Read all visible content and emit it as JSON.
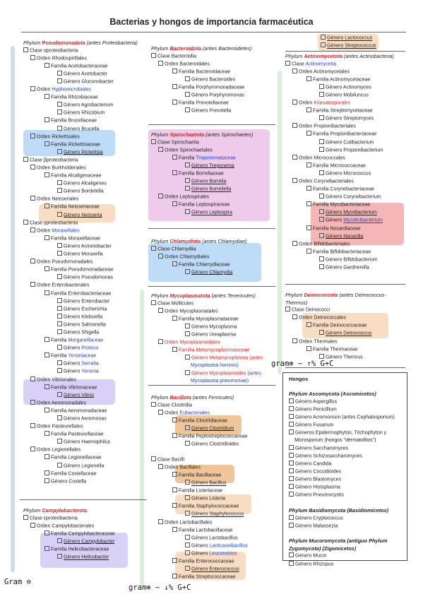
{
  "title": "Bacterias y hongos de importancia farmacéutica",
  "notes": {
    "gram_neg": "Gram ⊖",
    "gram_pos_1": "gram⊕ ~ ↑% G+C",
    "gram_pos_2": "gram⊕ ~ ↓% G+C"
  },
  "col1": [
    {
      "t": "ph",
      "a": "Phylum ",
      "b": "Pseudomonadota",
      "c": " (antes Proteobacteria)"
    },
    {
      "i": 0,
      "t": "Clase ",
      "n": "α",
      "e": "proteobacteria"
    },
    {
      "i": 1,
      "t": "Orden Rhodospirillales"
    },
    {
      "i": 2,
      "t": "Familia Acetobacteraceae"
    },
    {
      "i": 3,
      "t": "Género Acetobacter"
    },
    {
      "i": 3,
      "t": "Género Gluconobacter"
    },
    {
      "i": 1,
      "t": "Orden ",
      "x": "Hyphomicrobiales",
      "k": "blue"
    },
    {
      "i": 2,
      "t": "Familia Rhizobiaceae"
    },
    {
      "i": 3,
      "t": "Género Agrobacterium"
    },
    {
      "i": 3,
      "t": "Género Rhizobium"
    },
    {
      "i": 2,
      "t": "Familia Brucellaceae"
    },
    {
      "i": 3,
      "t": "Género Brucella"
    },
    {
      "i": 1,
      "t": "Orden Rickettsiales"
    },
    {
      "i": 2,
      "t": "Familia Rickettsiaceae"
    },
    {
      "i": 3,
      "t": "Género Rickettsia",
      "u": true
    },
    {
      "i": 0,
      "t": "Clase ",
      "n": "β",
      "e": "proteobacteria"
    },
    {
      "i": 1,
      "t": "Orden Burkholderiales"
    },
    {
      "i": 2,
      "t": "Familia Alcaligenaceae"
    },
    {
      "i": 3,
      "t": "Género Alcaligenes"
    },
    {
      "i": 3,
      "t": "Género Bordetella"
    },
    {
      "i": 1,
      "t": "Orden Neisseriales"
    },
    {
      "i": 2,
      "t": "Familia Neisseriaceae"
    },
    {
      "i": 3,
      "t": "Género Neisseria",
      "u": true
    },
    {
      "i": 0,
      "t": "Clase ",
      "n": "γ",
      "e": "proteobacteria"
    },
    {
      "i": 1,
      "t": "Orden ",
      "x": "Moraxellales",
      "k": "blue"
    },
    {
      "i": 2,
      "t": "Familia Moraxellaceae"
    },
    {
      "i": 3,
      "t": "Género Acinetobacter"
    },
    {
      "i": 3,
      "t": "Género Moraxella"
    },
    {
      "i": 1,
      "t": "Orden Pseudomonadales"
    },
    {
      "i": 2,
      "t": "Familia Pseudomonadaceae"
    },
    {
      "i": 3,
      "t": "Género Pseudomonas"
    },
    {
      "i": 1,
      "t": "Orden Enterobacterales"
    },
    {
      "i": 2,
      "t": "Familia Enterobacteriaceae"
    },
    {
      "i": 3,
      "t": "Género Enterobacter"
    },
    {
      "i": 3,
      "t": "Género Escherichia"
    },
    {
      "i": 3,
      "t": "Género Klebsiella"
    },
    {
      "i": 3,
      "t": "Género Salmonella"
    },
    {
      "i": 3,
      "t": "Género Shigella"
    },
    {
      "i": 2,
      "t": "Familia ",
      "x": "Morganellaceae",
      "k": "blue"
    },
    {
      "i": 3,
      "t": "Género ",
      "x": "Proteus",
      "k": "blue"
    },
    {
      "i": 2,
      "t": "Familia ",
      "x": "Yersiniaceae",
      "k": "blue"
    },
    {
      "i": 3,
      "t": "Género ",
      "x": "Serratia",
      "k": "blue"
    },
    {
      "i": 3,
      "t": "Género ",
      "x": "Yersinia",
      "k": "blue"
    },
    {
      "i": 1,
      "t": "Orden Vibrionales"
    },
    {
      "i": 2,
      "t": "Familia Vibrionaceae"
    },
    {
      "i": 3,
      "t": "Género Vibrio",
      "u": true
    },
    {
      "i": 1,
      "t": "Orden Aeromonadales"
    },
    {
      "i": 2,
      "t": "Familia Aeromonadaceae"
    },
    {
      "i": 3,
      "t": "Género Aeromonas"
    },
    {
      "i": 1,
      "t": "Orden Pasteurellales"
    },
    {
      "i": 2,
      "t": "Familia Pasteurellaceae"
    },
    {
      "i": 3,
      "t": "Género Haemophilus"
    },
    {
      "i": 1,
      "t": "Orden Legionellales"
    },
    {
      "i": 2,
      "t": "Familia Legionellaceae"
    },
    {
      "i": 3,
      "t": "Género Legionella"
    },
    {
      "i": 2,
      "t": "Familia Coxiellaceae"
    },
    {
      "i": 2,
      "t": "Género Coxiella"
    }
  ],
  "col1b": [
    {
      "t": "ph",
      "a": "Phylum ",
      "b": "Campylobacterota",
      "c": ""
    },
    {
      "i": 0,
      "t": "Clase ",
      "n": "ε",
      "e": "proteobacteria"
    },
    {
      "i": 1,
      "t": "Orden Campylobacterales"
    },
    {
      "i": 2,
      "t": "Familia Campylobacteraceae"
    },
    {
      "i": 3,
      "t": "Género Campylobacter",
      "u": true
    },
    {
      "i": 2,
      "t": "Familia Helicobacteraceae"
    },
    {
      "i": 3,
      "t": "Género Helicobacter",
      "u": true
    }
  ],
  "col2a": [
    {
      "t": "ph",
      "a": "Phylum ",
      "b": "Bacteroidota",
      "c": " (antes Bacteroidetes)"
    },
    {
      "i": 0,
      "t": "Clase Bacteroidia"
    },
    {
      "i": 1,
      "t": "Orden Bacteroidales"
    },
    {
      "i": 2,
      "t": "Familia Bacteroidaceae"
    },
    {
      "i": 3,
      "t": "Género Bacteroides"
    },
    {
      "i": 2,
      "t": "Familia Porphyromonadaceae"
    },
    {
      "i": 3,
      "t": "Género Porphyromonas"
    },
    {
      "i": 2,
      "t": "Familia Prevotellaceae"
    },
    {
      "i": 3,
      "t": "Género Prevotella"
    }
  ],
  "col2b": [
    {
      "t": "ph",
      "a": "Phylum ",
      "b": "Spirochaetota",
      "c": " (antes Spirochaetes)"
    },
    {
      "i": 0,
      "t": "Clase Spirochaetia"
    },
    {
      "i": 1,
      "t": "Orden Spirochaetales"
    },
    {
      "i": 2,
      "t": "Familia ",
      "x": "Treponemataceae",
      "k": "blue"
    },
    {
      "i": 3,
      "t": "Género Treponema",
      "u": true
    },
    {
      "i": 2,
      "t": "Familia Borreliaceae"
    },
    {
      "i": 3,
      "t": "Género Borrelia",
      "u": true
    },
    {
      "i": 3,
      "t": "Género Borreliella",
      "u": true
    },
    {
      "i": 1,
      "t": "Orden Leptospirales"
    },
    {
      "i": 2,
      "t": "Familia Leptospiraceae"
    },
    {
      "i": 3,
      "t": "Género Leptospira",
      "u": true
    }
  ],
  "col2c": [
    {
      "t": "ph",
      "a": "Phylum ",
      "b": "Chlamydiota",
      "c": " (antes Chlamydiae)"
    },
    {
      "i": 0,
      "t": "Clase Chlamydiia"
    },
    {
      "i": 1,
      "t": "Orden Chlamydiales"
    },
    {
      "i": 2,
      "t": "Familia Chlamydiaceae"
    },
    {
      "i": 3,
      "t": "Género Chlamydia",
      "u": true
    }
  ],
  "col2d": [
    {
      "t": "ph",
      "a": "Phylum ",
      "b": "Mycoplasmatota",
      "c": " (antes Tenericutes)"
    },
    {
      "i": 0,
      "t": "Clase Mollicutes"
    },
    {
      "i": 1,
      "t": "Orden Mycoplasmatales"
    },
    {
      "i": 2,
      "t": "Familia Mycoplasmataceae"
    },
    {
      "i": 3,
      "t": "Género Mycoplasma"
    },
    {
      "i": 3,
      "t": "Género Ureaplasma"
    },
    {
      "i": 1,
      "t": "",
      "x": "Orden Mycoplasmoidales",
      "k": "red"
    },
    {
      "i": 2,
      "t": "",
      "x": "Familia Metamycoplasmataceae",
      "k": "red"
    },
    {
      "i": 3,
      "t": "",
      "x": "Género Metamycoplasma (antes",
      "k": "red"
    },
    {
      "i": 3,
      "t": "",
      "x": "Mycoplasma hominis)",
      "k": "blue",
      "w": 1
    },
    {
      "i": 3,
      "t": "",
      "x": "Género Mycoplasmoides",
      "k": "red",
      "y": " (antes",
      "k2": "blue"
    },
    {
      "i": 3,
      "t": "",
      "x": "Mycoplasma pneumoniae)",
      "k": "blue",
      "w": 1
    }
  ],
  "col2e": [
    {
      "t": "ph",
      "a": "Phylum ",
      "b": "Bacillota",
      "c": " (antes Firmicutes)"
    },
    {
      "i": 0,
      "t": "Clase Clostridia"
    },
    {
      "i": 1,
      "t": "Orden ",
      "x": "Eubacteriales",
      "k": "blue"
    },
    {
      "i": 2,
      "t": "Familia Clostridiaceae"
    },
    {
      "i": 3,
      "t": "Género Clostridium",
      "u": true
    },
    {
      "i": 2,
      "t": "Familia Peptostreptococcaceae"
    },
    {
      "i": 3,
      "t": "Género Clostridioides"
    },
    {
      "i": 0,
      "t": ""
    },
    {
      "i": 0,
      "t": "Clase Bacilli"
    },
    {
      "i": 1,
      "t": "Orden Bacillales"
    },
    {
      "i": 2,
      "t": "Familia Bacillaceae"
    },
    {
      "i": 3,
      "t": "Género Bacillus",
      "u": true
    },
    {
      "i": 2,
      "t": "Familia Listeriaceae"
    },
    {
      "i": 3,
      "t": "Género Listeria"
    },
    {
      "i": 2,
      "t": "Familia Staphylococcaceae"
    },
    {
      "i": 3,
      "t": "Género Staphylococcus",
      "u": true
    },
    {
      "i": 1,
      "t": "Orden Lactobacillales"
    },
    {
      "i": 2,
      "t": "Familia Lactobacillaceae"
    },
    {
      "i": 3,
      "t": "Género Lactobacillus"
    },
    {
      "i": 3,
      "t": "Género ",
      "x": "Lacticaseibacillus",
      "k": "blue"
    },
    {
      "i": 3,
      "t": "Género ",
      "x": "Leuconostoc",
      "k": "blue"
    },
    {
      "i": 2,
      "t": "Familia Enterococcaceae"
    },
    {
      "i": 3,
      "t": "Género Enterococcus",
      "u": true
    },
    {
      "i": 2,
      "t": "Familia Streptococcaceae"
    }
  ],
  "col3top": [
    {
      "i": 3,
      "t": "Género Lactococcus",
      "u": true
    },
    {
      "i": 3,
      "t": "Género Streptococcus",
      "u": true
    }
  ],
  "col3a": [
    {
      "t": "ph",
      "a": "Phylum ",
      "b": "Actinomycetota",
      "c": " (antes Actinobacteria)"
    },
    {
      "i": 0,
      "t": "Clase ",
      "x": "Actinomycetia",
      "k": "blue"
    },
    {
      "i": 1,
      "t": "Orden Actinomycetales"
    },
    {
      "i": 2,
      "t": "Familia Actinomycetaceae"
    },
    {
      "i": 3,
      "t": "Género Actinomyces"
    },
    {
      "i": 3,
      "t": "Género Mobiluncus"
    },
    {
      "i": 1,
      "t": "Orden ",
      "x": "Kitasatosporales",
      "k": "red"
    },
    {
      "i": 2,
      "t": "Familia Streptomycetaceae"
    },
    {
      "i": 3,
      "t": "Género Streptomyces"
    },
    {
      "i": 1,
      "t": "Orden Propionibacteriales"
    },
    {
      "i": 2,
      "t": "Familia Propionibacteriaceae"
    },
    {
      "i": 3,
      "t": "Género Cutibacterium"
    },
    {
      "i": 3,
      "t": "Género Propionibacterium"
    },
    {
      "i": 1,
      "t": "Orden Micrococcales"
    },
    {
      "i": 2,
      "t": "Familia Micrococcaceae"
    },
    {
      "i": 3,
      "t": "Género Micrococcus"
    },
    {
      "i": 1,
      "t": "Orden Corynebacteriales"
    },
    {
      "i": 2,
      "t": "Familia Corynebacteriaceae"
    },
    {
      "i": 3,
      "t": "Género Corynebacterium"
    },
    {
      "i": 2,
      "t": "Familia Mycobacteriaceae"
    },
    {
      "i": 3,
      "t": "Género Mycobacterium",
      "u": true
    },
    {
      "i": 3,
      "t": "Género ",
      "x": "Mycolicibacterium",
      "k": "blue",
      "u": true
    },
    {
      "i": 2,
      "t": "Familia Nocardiaceae"
    },
    {
      "i": 3,
      "t": "Género Nocardia",
      "u": true
    },
    {
      "i": 1,
      "t": "Orden Bifidobacteriales"
    },
    {
      "i": 2,
      "t": "Familia Bifidobacteriaceae"
    },
    {
      "i": 3,
      "t": "Género Bifidobacterium"
    },
    {
      "i": 3,
      "t": "Género Gardnerella"
    }
  ],
  "col3b": [
    {
      "t": "ph",
      "a": "Phylum ",
      "b": "Deinococcota",
      "c": " (antes Deinococcus-"
    },
    {
      "t": "ph2",
      "c": "Thermus)"
    },
    {
      "i": 0,
      "t": "Clase Deinococci"
    },
    {
      "i": 1,
      "t": "Orden Deinococcales"
    },
    {
      "i": 2,
      "t": "Familia Deinococcaceae"
    },
    {
      "i": 3,
      "t": "Género Deinococcus",
      "u": true
    },
    {
      "i": 1,
      "t": "Orden Thermales"
    },
    {
      "i": 2,
      "t": "Familia Thermaceae"
    },
    {
      "i": 3,
      "t": "Género Thermus"
    }
  ],
  "hongos": {
    "heading": "Hongos",
    "lines": [
      {
        "t": "ph3",
        "a": "Phylum Ascomycota (Ascomicetos)"
      },
      {
        "i": 0,
        "t": "Género Aspergillus"
      },
      {
        "i": 0,
        "t": "Género Penicillium"
      },
      {
        "i": 0,
        "t": "Género Acremonium (antes Cephalosporium)"
      },
      {
        "i": 0,
        "t": "Género Fusarium"
      },
      {
        "i": 0,
        "t": "Géneros Epidermophyton, Trichophyton y"
      },
      {
        "i": 0,
        "t": "Microsporum (hongos \"dermatofitos\")",
        "w": 1
      },
      {
        "i": 0,
        "t": "Género Saccharomyces"
      },
      {
        "i": 0,
        "t": "Género Schizosaccharomyces"
      },
      {
        "i": 0,
        "t": "Género Candida"
      },
      {
        "i": 0,
        "t": "Género Coccidioides"
      },
      {
        "i": 0,
        "t": "Género Blastomyces"
      },
      {
        "i": 0,
        "t": "Género Histoplasma"
      },
      {
        "i": 0,
        "t": "Género Pneumocystis"
      },
      {
        "i": 0,
        "t": ""
      },
      {
        "t": "ph3",
        "a": "Phylum Basidiomycota (Basidiomicetos)"
      },
      {
        "i": 0,
        "t": "Género Cryptococcus"
      },
      {
        "i": 0,
        "t": "Género Malassezia"
      },
      {
        "i": 0,
        "t": ""
      },
      {
        "t": "ph3",
        "a": "Phylum Mucoromycota (antiguo  Phylum"
      },
      {
        "t": "ph3",
        "a": "Zygomycota) (Zigomicetos)"
      },
      {
        "i": 0,
        "t": "Género Mucor"
      },
      {
        "i": 0,
        "t": "Género Rhizopus"
      }
    ]
  }
}
